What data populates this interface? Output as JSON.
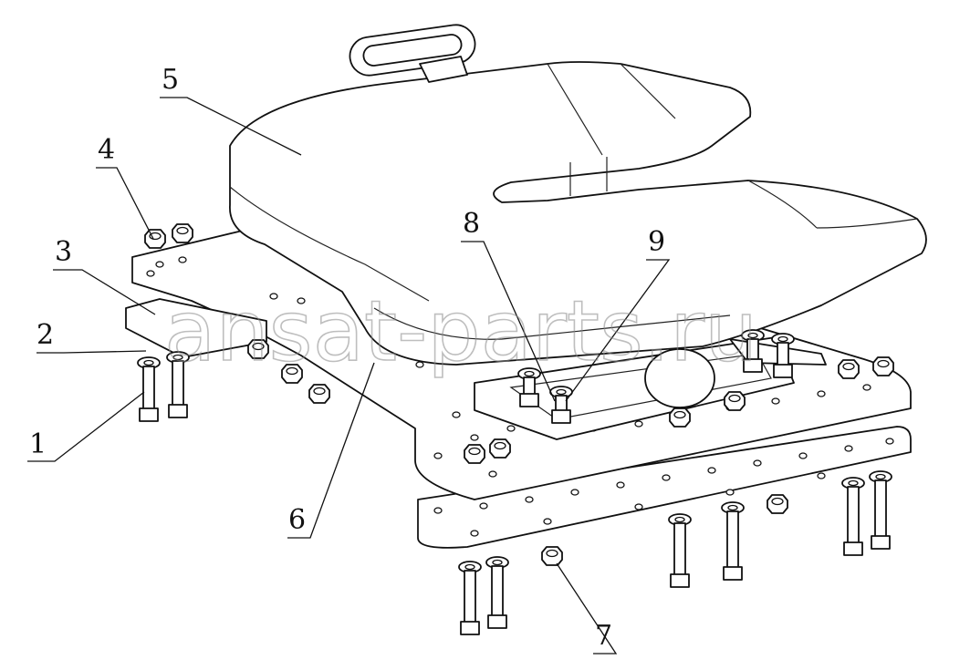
{
  "callouts": [
    {
      "id": "1",
      "label": "1"
    },
    {
      "id": "2",
      "label": "2"
    },
    {
      "id": "3",
      "label": "3"
    },
    {
      "id": "4",
      "label": "4"
    },
    {
      "id": "5",
      "label": "5"
    },
    {
      "id": "6",
      "label": "6"
    },
    {
      "id": "7",
      "label": "7"
    },
    {
      "id": "8",
      "label": "8"
    },
    {
      "id": "9",
      "label": "9"
    }
  ],
  "watermark": {
    "text": "ansat-parts.ru"
  },
  "icons": {
    "assembly": "seat-assembly-drawing-icon"
  }
}
